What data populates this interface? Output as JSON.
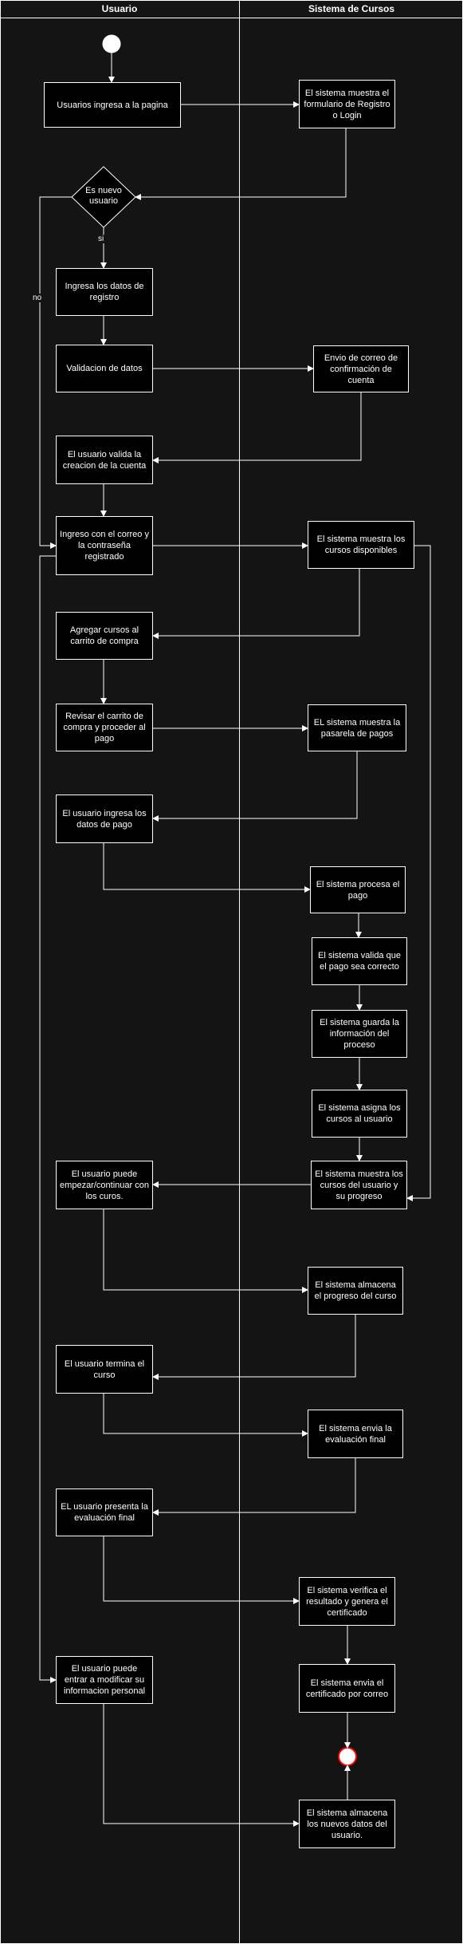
{
  "colors": {
    "background": "#141414",
    "node_fill": "#000000",
    "stroke": "#ffffff",
    "end_fill": "#ff0000"
  },
  "lanes": {
    "user": "Usuario",
    "system": "Sistema de Cursos"
  },
  "steps": {
    "user_enters_page": "Usuarios ingresa a la pagina",
    "show_register_form": "El sistema muestra el formulario de Registro o Login",
    "decision_new_user": "Es nuevo usuario",
    "enter_register_data": "Ingresa los datos de registro",
    "validate_data": "Validacion de datos",
    "send_confirmation_email": "Envio de correo de confirmación de cuenta",
    "user_validates_account": "El usuario valida la creacion de la cuenta",
    "login": "Ingreso con el correo y la contraseña registrado",
    "show_available_courses": "El sistema muestra los cursos disponibles",
    "add_to_cart": "Agregar cursos al carrito de compra",
    "review_cart": "Revisar el carrito de compra y proceder al pago",
    "show_payment_gateway": "EL sistema muestra la pasarela de pagos",
    "enter_payment_data": "El usuario ingresa los datos de pago",
    "process_payment": "El sistema procesa el pago",
    "validate_payment": "El sistema valida que el pago sea correcto",
    "save_process_info": "El sistema guarda la información del proceso",
    "assign_courses": "El sistema asigna los cursos al usuario",
    "show_user_courses": "El sistema muestra los cursos del usuario y su progreso",
    "start_continue_courses": "El usuario puede empezar/continuar con los curos.",
    "store_progress": "El sistema almacena el progreso del curso",
    "finish_course": "El usuario termina el curso",
    "send_final_evaluation": "El sistema envia la evaluación final",
    "submit_final_evaluation": "EL usuario presenta la evaluación final",
    "verify_result_certificate": "El sistema verifica el resultado  y genera el certificado",
    "send_certificate_email": "El sistema envia el certificado por correo",
    "modify_personal_info": "El usuario puede entrar a modificar su informacion personal",
    "store_new_user_data": "El sistema almacena los nuevos datos del usuario."
  },
  "edge_labels": {
    "yes": "si",
    "no": "no"
  }
}
